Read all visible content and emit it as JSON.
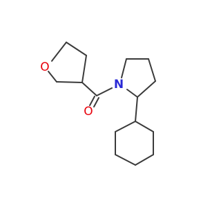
{
  "atoms": {
    "oxygen_ring": {
      "symbol": "O",
      "color": "#e8000b"
    },
    "oxygen_carbonyl": {
      "symbol": "O",
      "color": "#e8000b"
    },
    "nitrogen": {
      "symbol": "N",
      "color": "#2a2ad6"
    }
  },
  "colors": {
    "bond": "#3a3a3a",
    "background": "#ffffff"
  }
}
